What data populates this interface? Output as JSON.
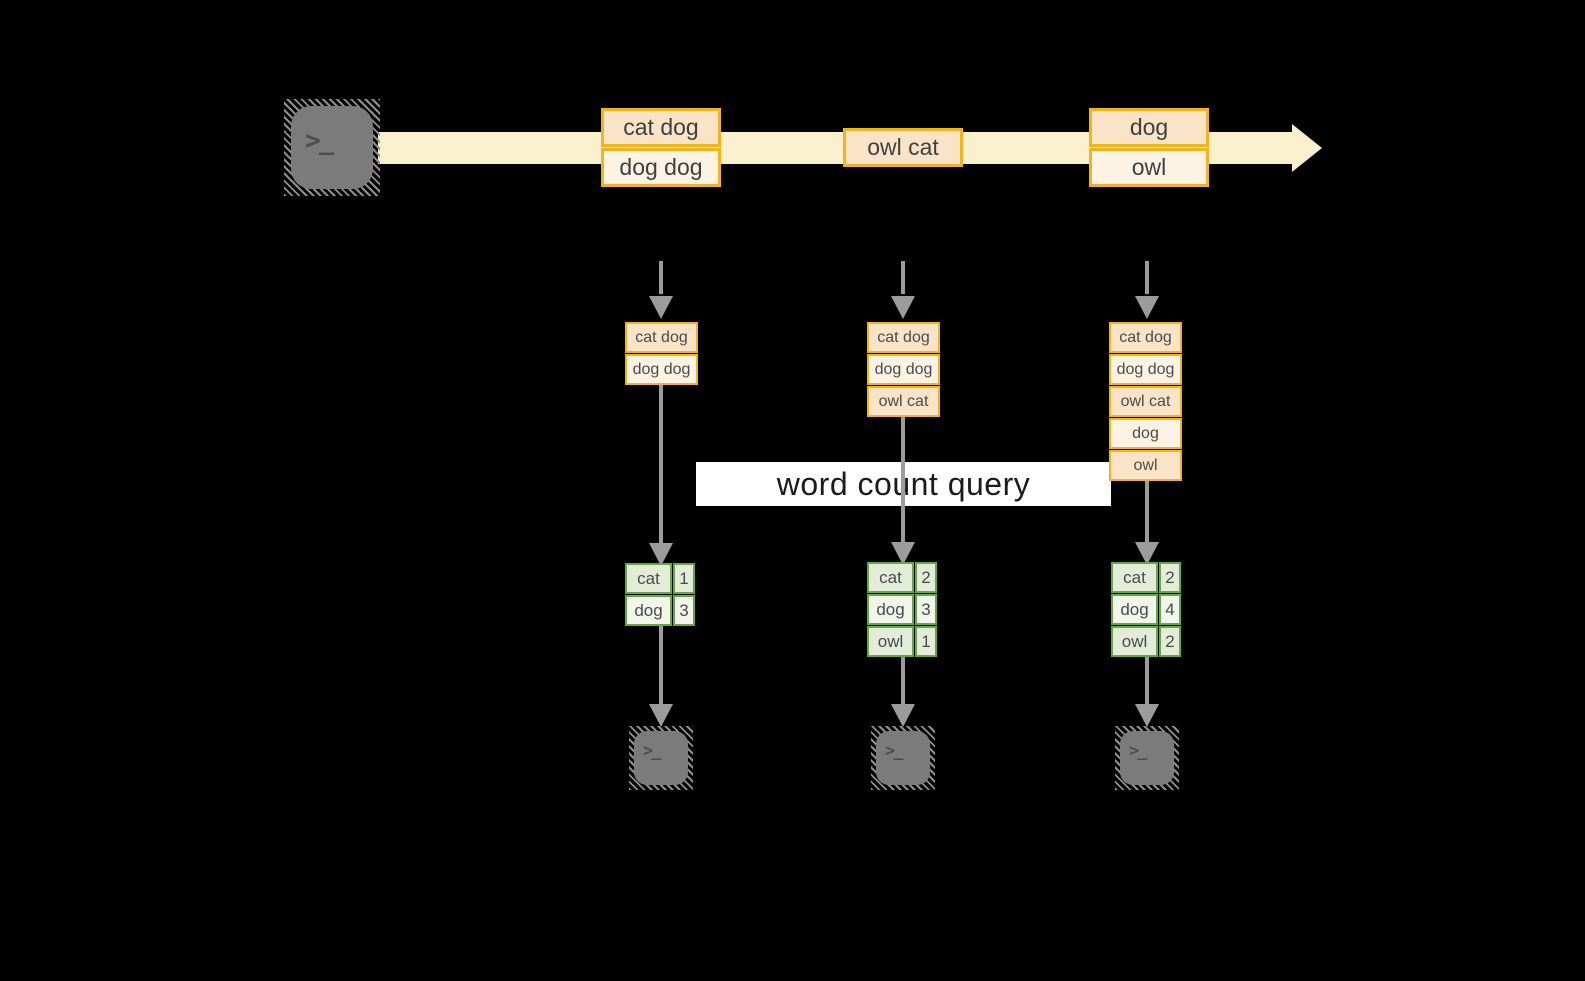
{
  "diagram": {
    "banner_label": "word count query",
    "terminal_glyph": ">_",
    "stream_batches": [
      {
        "cells": [
          "cat dog",
          "dog dog"
        ]
      },
      {
        "cells": [
          "owl cat"
        ]
      },
      {
        "cells": [
          "dog",
          "owl"
        ]
      }
    ],
    "columns": [
      {
        "accumulated_cells": [
          "cat dog",
          "dog dog"
        ],
        "count_rows": [
          {
            "word": "cat",
            "count": "1"
          },
          {
            "word": "dog",
            "count": "3"
          }
        ]
      },
      {
        "accumulated_cells": [
          "cat dog",
          "dog dog",
          "owl cat"
        ],
        "count_rows": [
          {
            "word": "cat",
            "count": "2"
          },
          {
            "word": "dog",
            "count": "3"
          },
          {
            "word": "owl",
            "count": "1"
          }
        ]
      },
      {
        "accumulated_cells": [
          "cat dog",
          "dog dog",
          "owl cat",
          "dog",
          "owl"
        ],
        "count_rows": [
          {
            "word": "cat",
            "count": "2"
          },
          {
            "word": "dog",
            "count": "4"
          },
          {
            "word": "owl",
            "count": "2"
          }
        ]
      }
    ],
    "colors": {
      "bg": "#000000",
      "gold": "#F0B41E",
      "peach": "#FAE4C7",
      "cream": "#FCF3E4",
      "band": "#FBF0CD",
      "green": "#69A743",
      "green_light": "#E3ECD9",
      "green_lighter": "#F1F5EB",
      "arrow": "#9C9C9C",
      "terminal_fill": "#7B7B7B",
      "terminal_hatch": "#8F8F8F",
      "glyph": "#4E4E4E",
      "banner_bg": "#FFFFFF",
      "banner_text": "#1B1B1B",
      "box_text": "#3F3F3F",
      "cell_text": "#4B4B4B"
    }
  }
}
